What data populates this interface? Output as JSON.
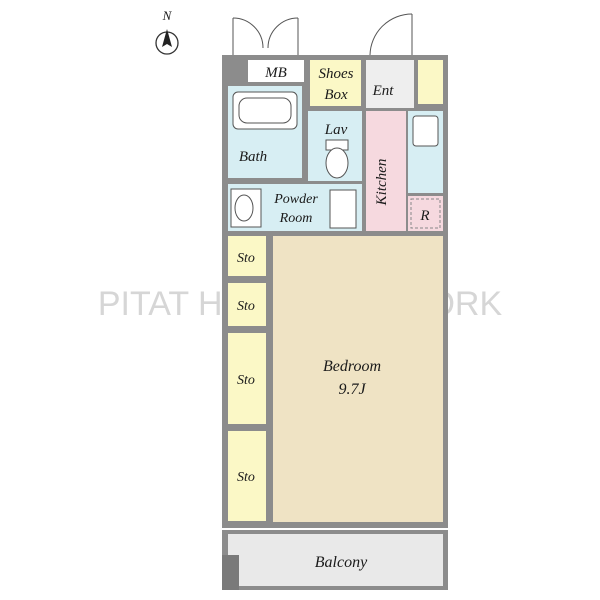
{
  "compass": {
    "label": "N"
  },
  "watermark": {
    "text": "PITAT HOUSE NETWORK"
  },
  "rooms": {
    "mb": "MB",
    "shoes_box_line1": "Shoes",
    "shoes_box_line2": "Box",
    "entrance": "Ent",
    "lav": "Lav",
    "bath": "Bath",
    "kitchen": "Kitchen",
    "powder_room_line1": "Powder",
    "powder_room_line2": "Room",
    "refrigerator": "R",
    "storage": [
      "Sto",
      "Sto",
      "Sto",
      "Sto"
    ],
    "bedroom": "Bedroom",
    "bedroom_size": "9.7J",
    "balcony": "Balcony"
  },
  "colors": {
    "wall": "#8c8c8c",
    "bedroom": "#efe3c4",
    "wet_area": "#d7eef3",
    "kitchen": "#f6d9df",
    "storage": "#fbf8c6",
    "shoes_box": "#fbf8c6",
    "balcony": "#e9e9e9",
    "entrance": "#eeeeee"
  }
}
